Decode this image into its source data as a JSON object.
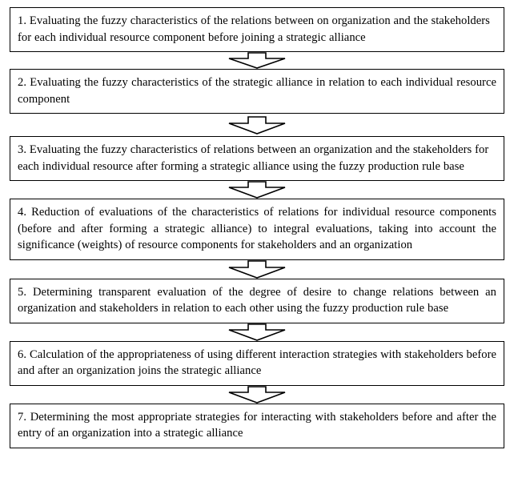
{
  "diagram": {
    "type": "vertical-flowchart",
    "orientation": "top-to-bottom",
    "connector": "down-block-arrow",
    "box_count": 7,
    "colors": {
      "background": "#ffffff",
      "box_fill": "#ffffff",
      "box_border": "#000000",
      "text": "#000000",
      "arrow_stroke": "#000000",
      "arrow_fill": "#ffffff"
    },
    "steps": [
      {
        "number": "1.",
        "text": "1. Evaluating the fuzzy characteristics of the relations between on organization and the stakeholders for each individual resource component before joining a strategic alliance",
        "align": "left",
        "lines": 2
      },
      {
        "number": "2.",
        "text": "2. Evaluating the fuzzy characteristics of the strategic alliance in relation to each individual resource component",
        "align": "justify",
        "lines": 2
      },
      {
        "number": "3.",
        "text": "3. Evaluating the fuzzy characteristics of relations between an organization and the stakeholders for each individual resource after forming a strategic alliance using the fuzzy production rule base",
        "align": "left",
        "lines": 3
      },
      {
        "number": "4.",
        "text": "4. Reduction of evaluations of the characteristics of relations for individual resource components (before and after forming a strategic alliance) to integral evaluations, taking into account the significance (weights) of resource components for stakeholders and an organization",
        "align": "justify",
        "lines": 4
      },
      {
        "number": "5.",
        "text": "5. Determining transparent evaluation of the degree of desire to change relations between an organization and stakeholders in relation to each other using the fuzzy production rule base",
        "align": "justify",
        "lines": 3
      },
      {
        "number": "6.",
        "text": "6. Calculation of the appropriateness of using different interaction strategies with stakeholders before and after an organization joins the strategic alliance",
        "align": "justify",
        "lines": 2
      },
      {
        "number": "7.",
        "text": "7. Determining the most appropriate strategies for interacting with stakeholders before and after the entry of an organization into a strategic alliance",
        "align": "justify",
        "lines": 2
      }
    ],
    "arrows": [
      {
        "id": "arrow-1-2",
        "from": "1",
        "to": "2",
        "icon": "down-arrow-icon"
      },
      {
        "id": "arrow-2-3",
        "from": "2",
        "to": "3",
        "icon": "down-arrow-icon"
      },
      {
        "id": "arrow-3-4",
        "from": "3",
        "to": "4",
        "icon": "down-arrow-icon"
      },
      {
        "id": "arrow-4-5",
        "from": "4",
        "to": "5",
        "icon": "down-arrow-icon"
      },
      {
        "id": "arrow-5-6",
        "from": "5",
        "to": "6",
        "icon": "down-arrow-icon"
      },
      {
        "id": "arrow-6-7",
        "from": "6",
        "to": "7",
        "icon": "down-arrow-icon"
      }
    ]
  }
}
